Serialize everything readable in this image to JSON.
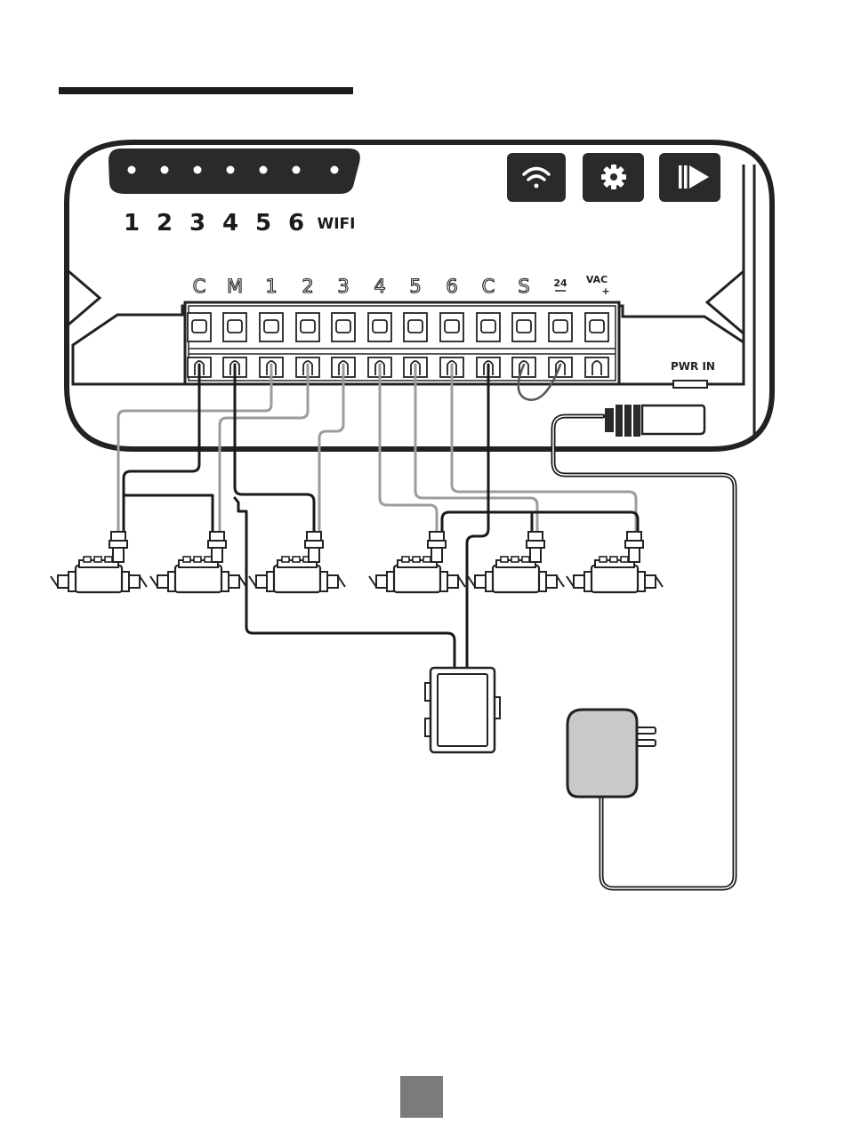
{
  "zones": {
    "labels": [
      "1",
      "2",
      "3",
      "4",
      "5",
      "6"
    ],
    "wifi_label": "WIFI"
  },
  "buttons": {
    "wifi": "wifi-icon",
    "settings": "gear-icon",
    "run": "play-skip-icon"
  },
  "terminals": {
    "labels": [
      "C",
      "M",
      "1",
      "2",
      "3",
      "4",
      "5",
      "6",
      "C",
      "S"
    ],
    "voltage_top": "24",
    "vac_label": "VAC",
    "plus_sign": "+"
  },
  "power_jack_label": "PWR IN",
  "colors": {
    "outline": "#222222",
    "wire_black": "#1a1a1a",
    "wire_gray": "#9c9c9c",
    "adapter_fill": "#c9c9c9",
    "page_chip": "#7b7b7b"
  }
}
